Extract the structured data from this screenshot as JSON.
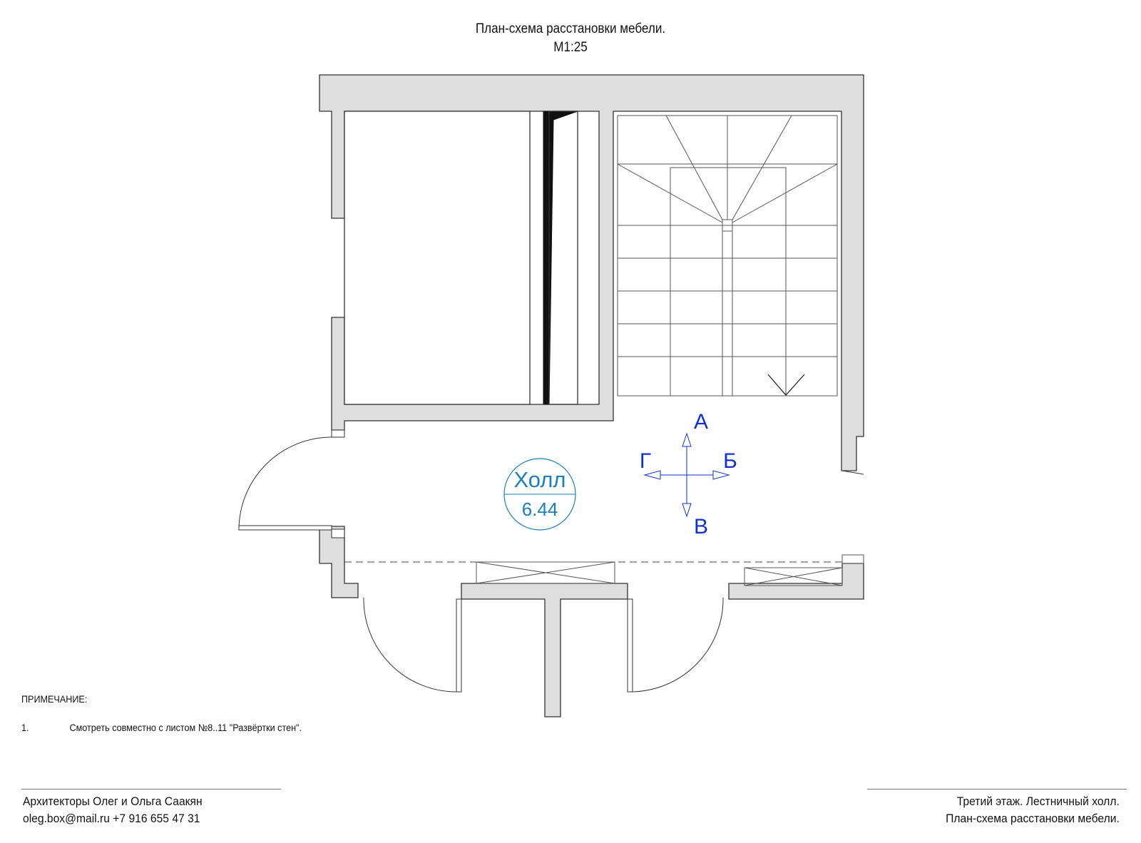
{
  "header": {
    "title_line1": "План-схема расстановки мебели.",
    "title_line2": "М1:25"
  },
  "plan": {
    "room_name": "Холл",
    "room_area": "6.44",
    "directions": {
      "up": "А",
      "right": "Б",
      "down": "В",
      "left": "Г"
    },
    "colors": {
      "wall_fill": "#dedede",
      "line": "#333333",
      "accent_blue": "#1030d0",
      "room_tag": "#1a7fc0"
    }
  },
  "note": {
    "heading": "ПРИМЕЧАНИЕ:",
    "items": [
      {
        "num": "1.",
        "text": "Смотреть совместно с листом №8..11 \"Развёртки стен\"."
      }
    ]
  },
  "footer": {
    "left_line1": "Архитекторы Олег и Ольга Саакян",
    "left_line2": "oleg.box@mail.ru  +7 916 655 47 31",
    "right_line1": "Третий этаж. Лестничный холл.",
    "right_line2": "План-схема расстановки мебели."
  }
}
